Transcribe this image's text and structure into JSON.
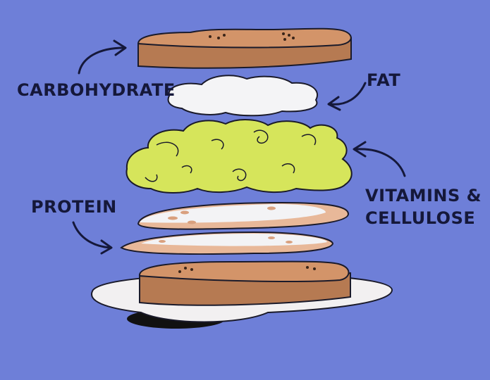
{
  "labels": {
    "carbohydrate": "CARBOHYDRATE",
    "fat": "FAT",
    "vitamins_line1": "VITAMINS &",
    "vitamins_line2": "CELLULOSE",
    "protein": "PROTEIN"
  },
  "colors": {
    "background": "#6e7fd8",
    "bread_top": "#cf8f63",
    "bread_crust": "#a96f4a",
    "fat": "#f4f4f6",
    "lettuce": "#d6e55b",
    "meat": "#e7b89a",
    "plate": "#f1eff0",
    "ink": "#15183a"
  }
}
